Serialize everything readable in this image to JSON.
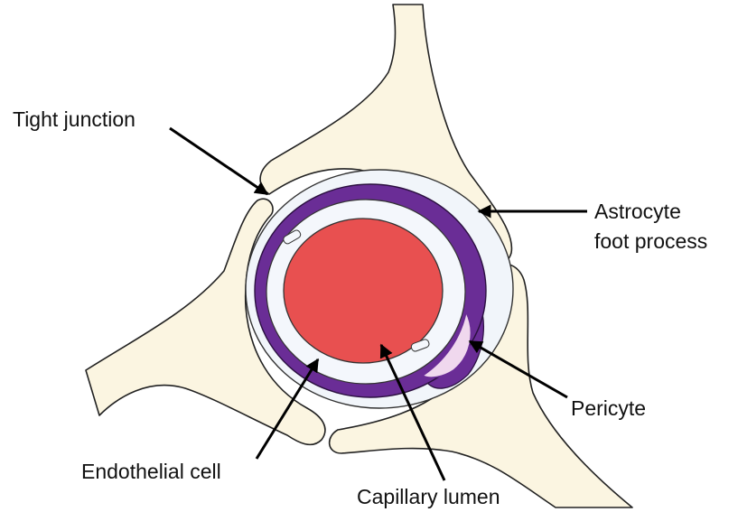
{
  "labels": {
    "tight_junction": "Tight junction",
    "astrocyte_line1": "Astrocyte",
    "astrocyte_line2": "foot process",
    "pericyte": "Pericyte",
    "endothelial_cell": "Endothelial cell",
    "capillary_lumen": "Capillary lumen"
  },
  "colors": {
    "astrocyte": "#FBF5E1",
    "basement_membrane": "#F1F5FA",
    "endothelium": "#6A2D96",
    "endothelial_inner": "#F4F7FC",
    "lumen": "#E85050",
    "pericyte": "#F0D8EE",
    "outline": "#222222"
  }
}
